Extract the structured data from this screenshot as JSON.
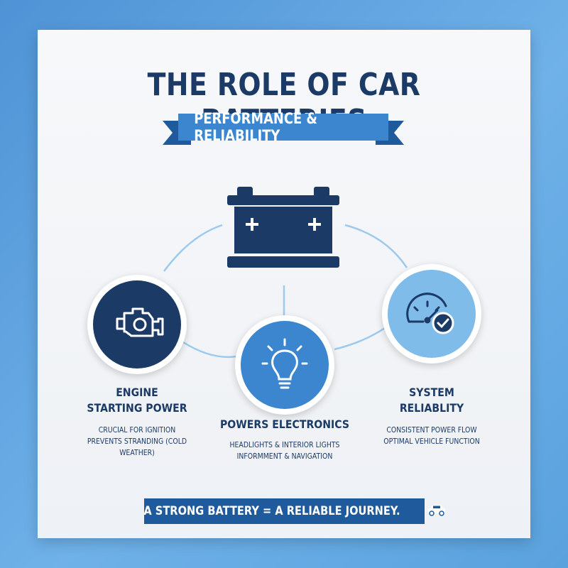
{
  "title": "THE ROLE OF CAR BATTERIES",
  "subtitle": "PERFORMANCE & RELIABILITY",
  "colors": {
    "navy": "#1b3a66",
    "blue": "#3b86cf",
    "light_blue": "#7fbcea",
    "ribbon_dark": "#1f5a9c"
  },
  "center_icon": "car-battery-icon",
  "features": [
    {
      "icon": "engine-icon",
      "title_line1": "ENGINE",
      "title_line2": "STARTING POWER",
      "detail_line1": "CRUCIAL FOR IGNITION",
      "detail_line2": "PREVENTS STRANDING (COLD WEATHER)"
    },
    {
      "icon": "light-bulb-icon",
      "title_line1": "POWERS ELECTRONICS",
      "detail_line1": "HEADLIGHTS & INTERIOR LIGHTS",
      "detail_line2": "INFORMMENT & NAVIGATION"
    },
    {
      "icon": "speedometer-check-icon",
      "title_line1": "SYSTEM",
      "title_line2": "RELIABLITY",
      "detail_line1": "CONSISTENT POWER FLOW",
      "detail_line2": "OPTIMAL VEHICLE FUNCTION"
    }
  ],
  "footer": {
    "text": "A STRONG BATTERY = A RELIABLE JOURNEY.",
    "icon": "car-icon"
  }
}
